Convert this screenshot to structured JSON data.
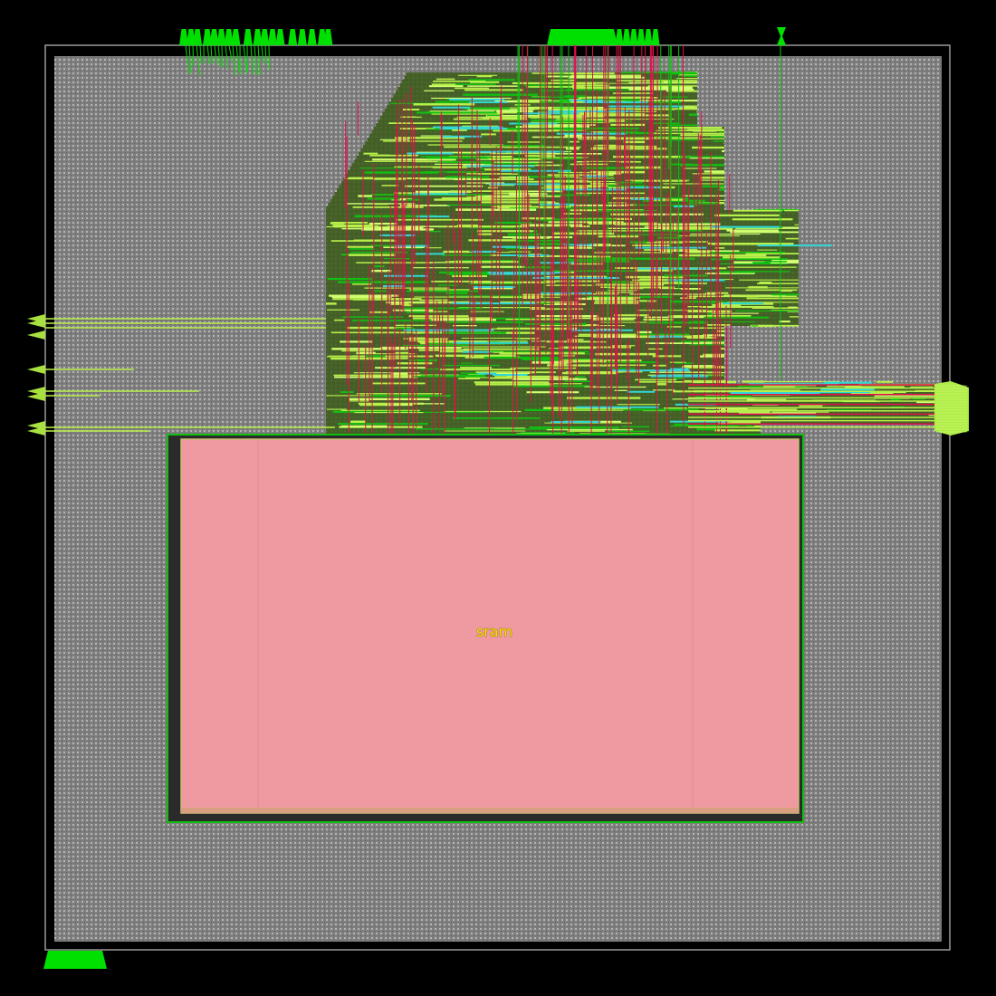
{
  "layout_view": {
    "macro": {
      "name": "sram",
      "fill_color": "#ee9aa0"
    },
    "colors": {
      "background": "#000000",
      "die_outline": "#9a9a9a",
      "core_fill": "#8c8c8c",
      "pin_green": "#00e000",
      "wire_lime": "#b8f04a",
      "wire_red": "#e0104a",
      "wire_cyan": "#30d8d8",
      "wire_green": "#10c010"
    },
    "pins": {
      "top_group_left": "pin-cluster",
      "top_group_mid": "pin-cluster",
      "top_single": "pin",
      "left_pins": "pin-arrows",
      "right_bus": "pin-bus",
      "bottom_block": "pin-block"
    }
  }
}
